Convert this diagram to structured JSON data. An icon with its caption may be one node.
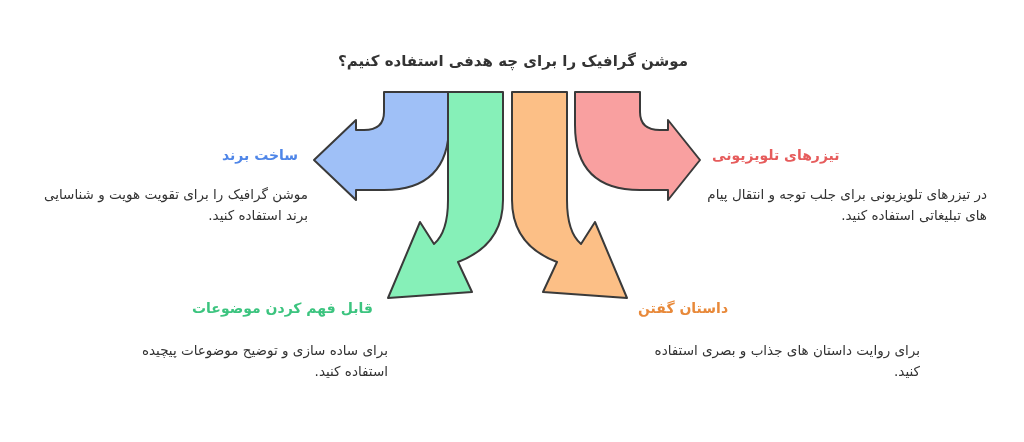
{
  "diagram": {
    "title": "موشن گرافیک را برای چه هدفی استفاده کنیم؟",
    "labels": [
      "تیزرهای تلویزیونی",
      "در تیزرهای تلویزیونی برای جلب توجه و انتقال پیام های تبلیغاتی استفاده کنید.",
      "ساخت برند",
      "موشن گرافیک را برای تقویت هویت و شناسایی برند استفاده کنید.",
      "داستان گفتن",
      "برای روایت داستان های جذاب و بصری استفاده کنید.",
      "قابل فهم کردن موضوعات",
      "برای ساده سازی و توضیح موضوعات پیچیده استفاده کنید."
    ]
  }
}
